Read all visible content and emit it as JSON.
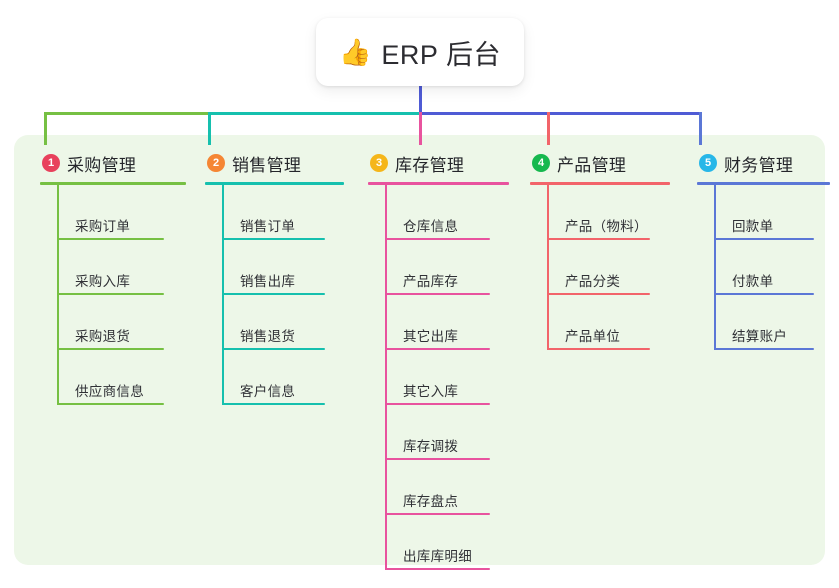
{
  "root": {
    "icon": "thumbs-up-icon",
    "icon_glyph": "👍",
    "title": "ERP 后台"
  },
  "palette": {
    "panel_bg": "#edf7e8",
    "root_stem": "#4f5bd5",
    "trunk_bar_left": "#76c043",
    "trunk_bar_mid": "#16c0ae",
    "trunk_bar_right": "#4f5bd5"
  },
  "columns": [
    {
      "index": "1",
      "title": "采购管理",
      "badge_color": "#e8415c",
      "line_color": "#76c043",
      "stem_color": "#76c043",
      "items": [
        "采购订单",
        "采购入库",
        "采购退货",
        "供应商信息"
      ]
    },
    {
      "index": "2",
      "title": "销售管理",
      "badge_color": "#f58634",
      "line_color": "#16c0ae",
      "stem_color": "#16c0ae",
      "items": [
        "销售订单",
        "销售出库",
        "销售退货",
        "客户信息"
      ]
    },
    {
      "index": "3",
      "title": "库存管理",
      "badge_color": "#f5b61a",
      "line_color": "#e8539e",
      "stem_color": "#e8539e",
      "items": [
        "仓库信息",
        "产品库存",
        "其它出库",
        "其它入库",
        "库存调拨",
        "库存盘点",
        "出库库明细"
      ]
    },
    {
      "index": "4",
      "title": "产品管理",
      "badge_color": "#16b84e",
      "line_color": "#f2646a",
      "stem_color": "#f2646a",
      "items": [
        "产品（物料）",
        "产品分类",
        "产品单位"
      ]
    },
    {
      "index": "5",
      "title": "财务管理",
      "badge_color": "#27b7e8",
      "line_color": "#5b77d6",
      "stem_color": "#5b77d6",
      "items": [
        "回款单",
        "付款单",
        "结算账户"
      ]
    }
  ]
}
